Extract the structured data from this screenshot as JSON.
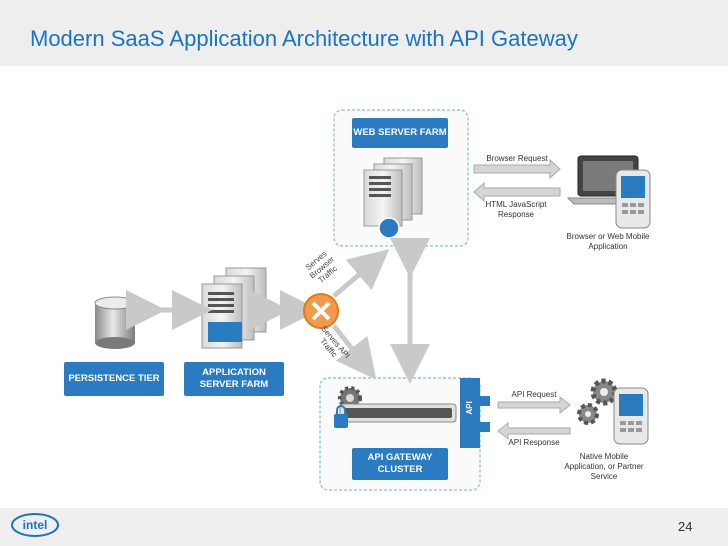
{
  "slide": {
    "title": "Modern SaaS Application Architecture with API Gateway",
    "page_number": "24",
    "logo_text": "intel"
  },
  "nodes": {
    "web_farm": "WEB SERVER FARM",
    "persistence": "PERSISTENCE TIER",
    "app_farm": "APPLICATION SERVER FARM",
    "api_gateway": "API GATEWAY CLUSTER",
    "api_tag": "API"
  },
  "edges": {
    "browser_request": "Browser Request",
    "html_response": "HTML JavaScript Response",
    "serves_browser": "Serves Browser Traffic",
    "serves_api": "Serves API Traffic",
    "api_request": "API Request",
    "api_response": "API Response"
  },
  "clients": {
    "browser_app": "Browser or Web Mobile Application",
    "native_app": "Native Mobile Application, or Partner Service"
  },
  "colors": {
    "accent": "#1a73c4",
    "label_blue": "#2a7bbf",
    "hub_orange": "#f2994a"
  }
}
